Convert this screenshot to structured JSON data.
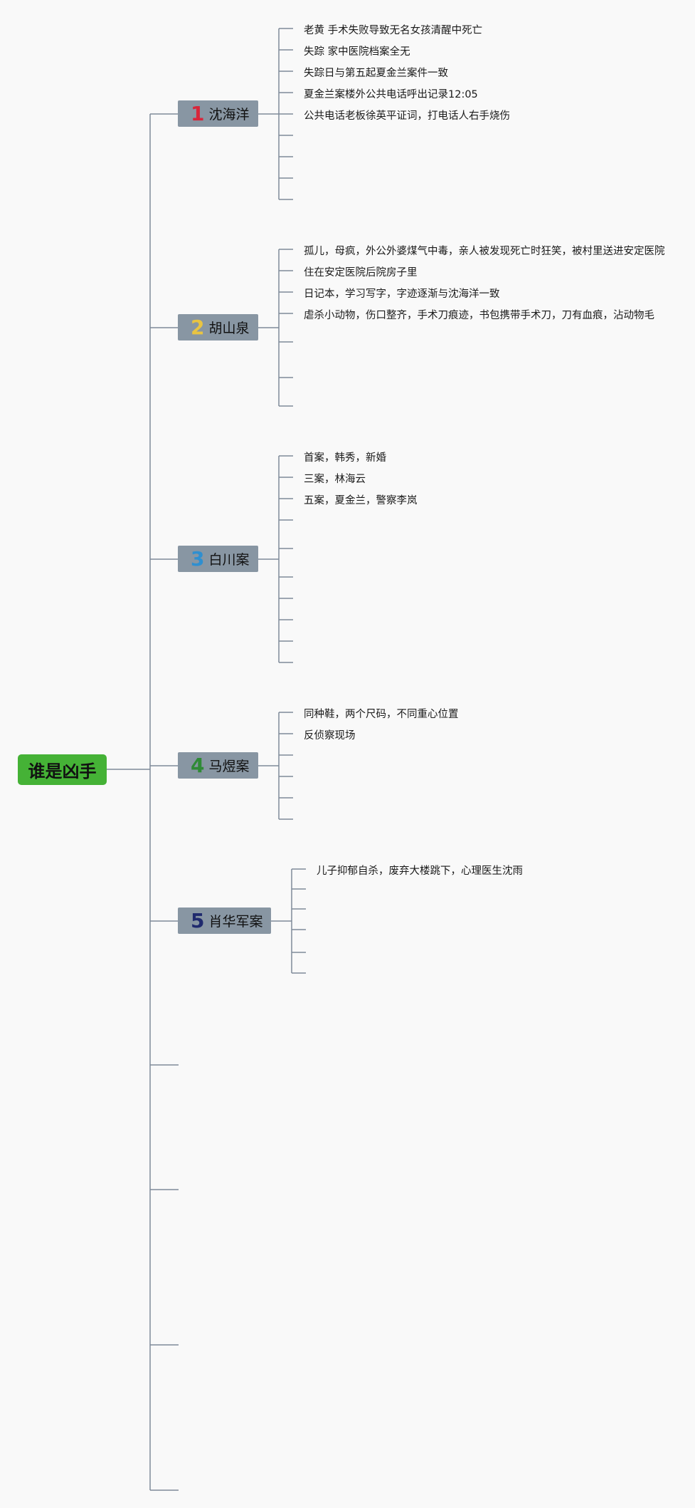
{
  "root": {
    "label": "谁是凶手",
    "color": "#45b236"
  },
  "line_color": "#7f8a99",
  "branches": [
    {
      "number": "1",
      "number_color": "#d8263b",
      "label": "沈海洋",
      "items": [
        "老黄 手术失败导致无名女孩清醒中死亡",
        "失踪 家中医院档案全无",
        "失踪日与第五起夏金兰案件一致",
        "夏金兰案楼外公共电话呼出记录12:05",
        "公共电话老板徐英平证词，打电话人右手烧伤"
      ]
    },
    {
      "number": "2",
      "number_color": "#e9c442",
      "label": "胡山泉",
      "items": [
        "孤儿，母疯，外公外婆煤气中毒，亲人被发现死亡时狂笑，被村里送进安定医院",
        "住在安定医院后院房子里",
        "日记本，学习写字，字迹逐渐与沈海洋一致",
        "虐杀小动物，伤口整齐，手术刀痕迹，书包携带手术刀，刀有血痕，沾动物毛"
      ]
    },
    {
      "number": "3",
      "number_color": "#2f8fd0",
      "label": "白川案",
      "items": [
        "首案，韩秀，新婚",
        "三案，林海云",
        "五案，夏金兰，警察李岚"
      ]
    },
    {
      "number": "4",
      "number_color": "#2f8a36",
      "label": "马煜案",
      "items": [
        "同种鞋，两个尺码，不同重心位置",
        "反侦察现场"
      ]
    },
    {
      "number": "5",
      "number_color": "#202a6e",
      "label": "肖华军案",
      "items": [
        "儿子抑郁自杀，废弃大楼跳下，心理医生沈雨"
      ]
    }
  ]
}
